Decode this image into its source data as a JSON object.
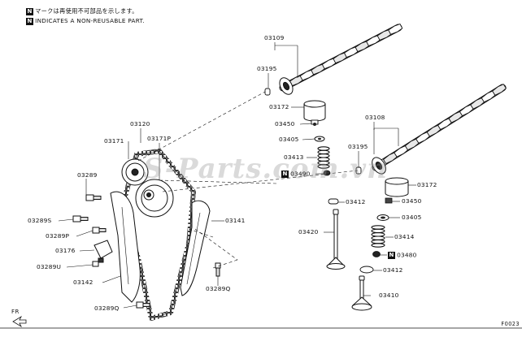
{
  "legend": {
    "badge": "N",
    "line_jp": "マークは再使用不可部品を示します。",
    "line_en": "INDICATES A NON-REUSABLE PART."
  },
  "watermark": "S-Parts.com.vn",
  "figure_code": "F0023",
  "orientation": "FR",
  "callouts": {
    "c03109": "03109",
    "c03195a": "03195",
    "c03172a": "03172",
    "c03450a": "03450",
    "c03405a": "03405",
    "c03413": "03413",
    "c03490": "03490",
    "c03108": "03108",
    "c03195b": "03195",
    "c03172b": "03172",
    "c03412a": "03412",
    "c03450b": "03450",
    "c03405b": "03405",
    "c03414": "03414",
    "c03420": "03420",
    "c03480": "03480",
    "c03412b": "03412",
    "c03410": "03410",
    "c03120": "03120",
    "c03171": "03171",
    "c03171p": "03171P",
    "c03289": "03289",
    "c03289s": "03289S",
    "c03289p": "03289P",
    "c03176": "03176",
    "c03289u": "03289U",
    "c03142": "03142",
    "c03141": "03141",
    "c03289q_a": "03289Q",
    "c03289q_b": "03289Q"
  },
  "non_reusable": [
    "03490",
    "03480"
  ]
}
